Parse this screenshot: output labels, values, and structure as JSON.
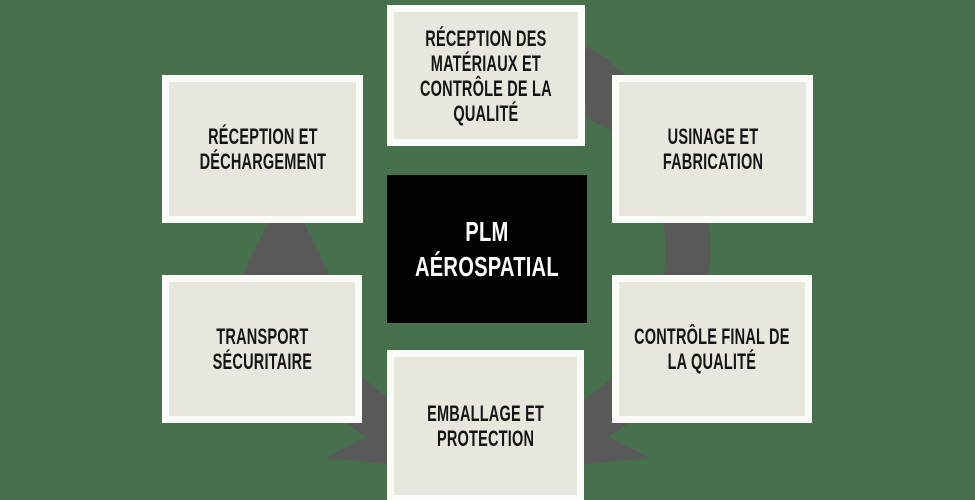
{
  "diagram": {
    "type": "cycle",
    "flow_direction": "clockwise",
    "center": {
      "label": "PLM AÉROSPATIAL",
      "lines": [
        "PLM",
        "AÉROSPATIAL"
      ]
    },
    "nodes": [
      {
        "label": "RÉCEPTION DES MATÉRIAUX ET CONTRÔLE DE LA QUALITÉ",
        "lines": [
          "RÉCEPTION DES",
          "MATÉRIAUX ET",
          "CONTRÔLE DE LA",
          "QUALITÉ"
        ]
      },
      {
        "label": "USINAGE ET FABRICATION",
        "lines": [
          "USINAGE ET",
          "FABRICATION"
        ]
      },
      {
        "label": "CONTRÔLE FINAL DE LA QUALITÉ",
        "lines": [
          "CONTRÔLE FINAL DE",
          "LA QUALITÉ"
        ]
      },
      {
        "label": "EMBALLAGE ET PROTECTION",
        "lines": [
          "EMBALLAGE ET",
          "PROTECTION"
        ]
      },
      {
        "label": "TRANSPORT SÉCURITAIRE",
        "lines": [
          "TRANSPORT",
          "SÉCURITAIRE"
        ]
      },
      {
        "label": "RÉCEPTION ET DÉCHARGEMENT",
        "lines": [
          "RÉCEPTION ET",
          "DÉCHARGEMENT"
        ]
      }
    ]
  },
  "colors": {
    "background": "#47704D",
    "arrow_band": "#595959",
    "node_fill": "#E8E7DE",
    "node_border": "#FBFBF8",
    "node_text": "#151515",
    "center_fill": "#020202",
    "center_text": "#FFFFFF"
  }
}
